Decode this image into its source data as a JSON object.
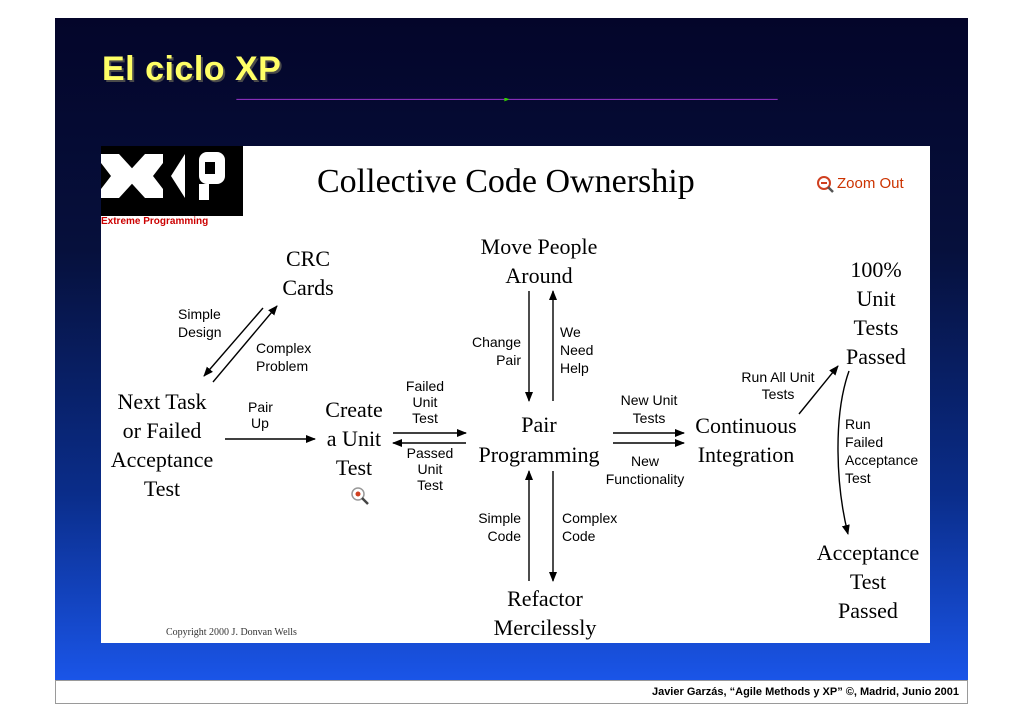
{
  "slide": {
    "title": "El ciclo XP",
    "footer": "Javier Garzás, “Agile Methods y XP” ©, Madrid, Junio 2001"
  },
  "colors": {
    "title": "#ffff66",
    "rule": "#9933cc",
    "rule_marker": "#33cc00",
    "background_top": "#04052a",
    "background_bottom": "#1a55e8"
  },
  "diagram": {
    "logo": {
      "letters": "XP",
      "caption": "Extreme Programming"
    },
    "heading": "Collective Code Ownership",
    "zoom_out": "Zoom Out",
    "copyright": "Copyright 2000 J. Donvan Wells",
    "nodes": {
      "crc": [
        "CRC",
        "Cards"
      ],
      "next_task": [
        "Next Task",
        "or Failed",
        "Acceptance",
        "Test"
      ],
      "create_test": [
        "Create",
        "a Unit",
        "Test"
      ],
      "move_people": [
        "Move People",
        "Around"
      ],
      "pair_programming": [
        "Pair",
        "Programming"
      ],
      "refactor": [
        "Refactor",
        "Mercilessly"
      ],
      "continuous_integration": [
        "Continuous",
        "Integration"
      ],
      "unit_tests_passed": [
        "100%",
        "Unit",
        "Tests",
        "Passed"
      ],
      "acceptance_passed": [
        "Acceptance",
        "Test",
        "Passed"
      ]
    },
    "edges": {
      "simple_design": [
        "Simple",
        "Design"
      ],
      "complex_problem": [
        "Complex",
        "Problem"
      ],
      "pair_up": [
        "Pair",
        "Up"
      ],
      "failed_unit_test": [
        "Failed",
        "Unit",
        "Test"
      ],
      "passed_unit_test": [
        "Passed",
        "Unit",
        "Test"
      ],
      "change_pair": [
        "Change",
        "Pair"
      ],
      "we_need_help": [
        "We",
        "Need",
        "Help"
      ],
      "simple_code": [
        "Simple",
        "Code"
      ],
      "complex_code": [
        "Complex",
        "Code"
      ],
      "new_unit_tests": [
        "New Unit",
        "Tests"
      ],
      "new_functionality": [
        "New",
        "Functionality"
      ],
      "run_all_unit_tests": [
        "Run All Unit",
        "Tests"
      ],
      "run_failed_acceptance": [
        "Run",
        "Failed",
        "Acceptance",
        "Test"
      ]
    }
  }
}
